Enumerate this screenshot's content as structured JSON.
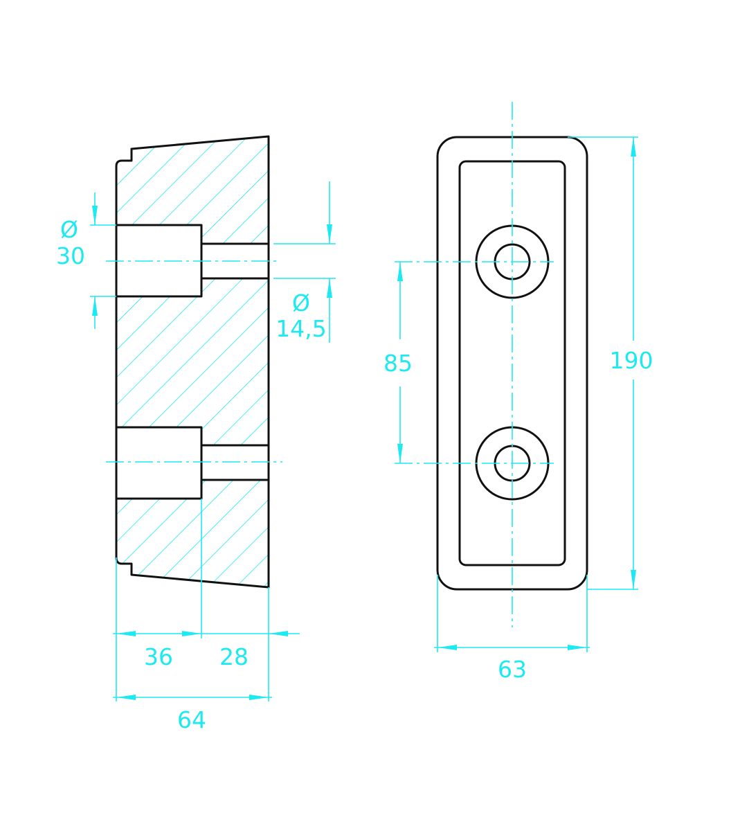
{
  "colors": {
    "outline": "#111111",
    "dimension": "#1de9f0"
  },
  "section_view": {
    "counterbore_diameter": {
      "symbol": "Ø",
      "value": "30"
    },
    "hole_diameter": {
      "symbol": "Ø",
      "value": "14,5"
    },
    "depth_counterbore": "36",
    "depth_remaining": "28",
    "total_depth": "64"
  },
  "front_view": {
    "hole_spacing": "85",
    "height": "190",
    "width": "63"
  }
}
